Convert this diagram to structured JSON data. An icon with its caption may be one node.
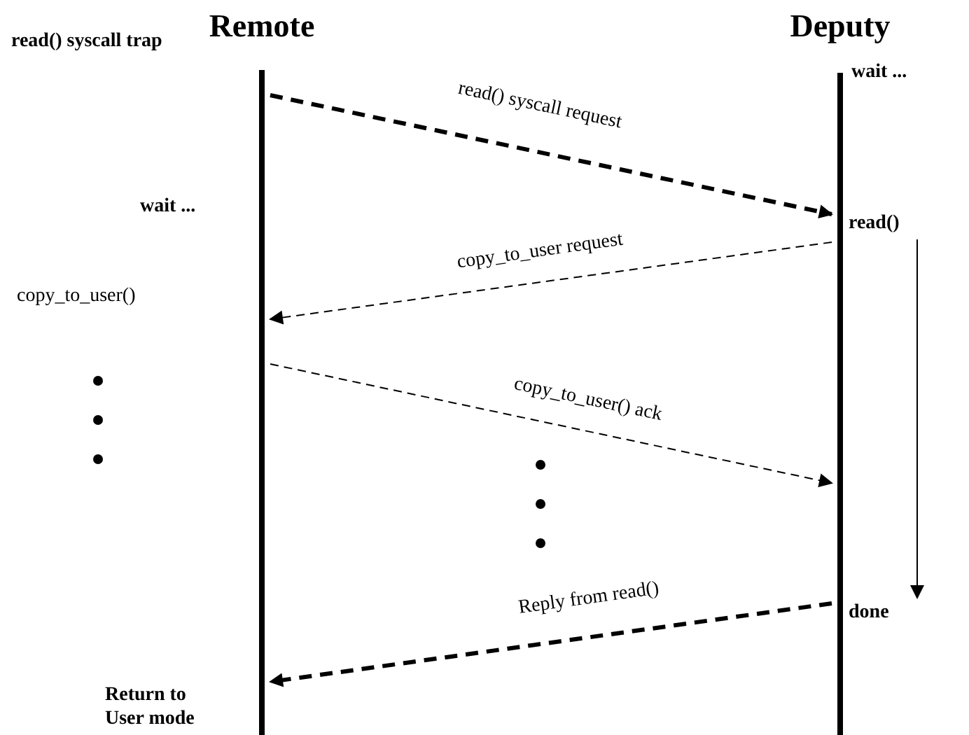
{
  "diagram": {
    "nodes": [
      {
        "text": [
          "Remote"
        ]
      },
      {
        "text": [
          "Deputy"
        ]
      },
      {
        "text": [
          "read()"
        ]
      },
      {
        "text": [
          "done"
        ]
      }
    ],
    "edges": [
      {
        "from": 0,
        "to": 1,
        "arrow": "to",
        "label": "read() syscall request",
        "style": "dashed"
      },
      {
        "from": 1,
        "to": 0,
        "arrow": "to",
        "label": "copy_to_user request",
        "style": "dashed"
      },
      {
        "from": 0,
        "to": 1,
        "arrow": "to",
        "label": "copy_to_user() ack",
        "style": "dashed"
      },
      {
        "from": 1,
        "to": 0,
        "arrow": "to",
        "label": "Reply from read()",
        "style": "dashed"
      },
      {
        "from": 2,
        "to": 3,
        "arrow": "to"
      }
    ],
    "labels": [
      "read() syscall trap",
      "wait ...",
      "wait ...",
      "copy_to_user()",
      "Return to User mode"
    ]
  }
}
